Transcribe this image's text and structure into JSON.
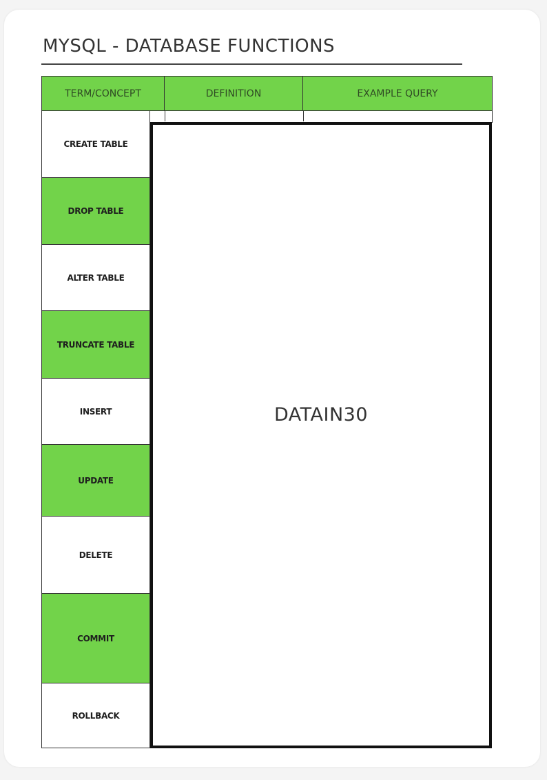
{
  "title": "MYSQL - DATABASE FUNCTIONS",
  "table": {
    "headers": [
      "TERM/CONCEPT",
      "DEFINITION",
      "EXAMPLE QUERY"
    ],
    "rows": [
      {
        "term": "CREATE TABLE",
        "shade": "white"
      },
      {
        "term": "DROP TABLE",
        "shade": "green"
      },
      {
        "term": "ALTER TABLE",
        "shade": "white"
      },
      {
        "term": "TRUNCATE TABLE",
        "shade": "green"
      },
      {
        "term": "INSERT",
        "shade": "white"
      },
      {
        "term": "UPDATE",
        "shade": "green"
      },
      {
        "term": "DELETE",
        "shade": "white"
      },
      {
        "term": "COMMIT",
        "shade": "green"
      },
      {
        "term": "ROLLBACK",
        "shade": "white"
      }
    ]
  },
  "overlay": {
    "label": "DATAIN30"
  },
  "colors": {
    "accent_green": "#72d34a",
    "border": "#333333",
    "background": "#ffffff"
  }
}
